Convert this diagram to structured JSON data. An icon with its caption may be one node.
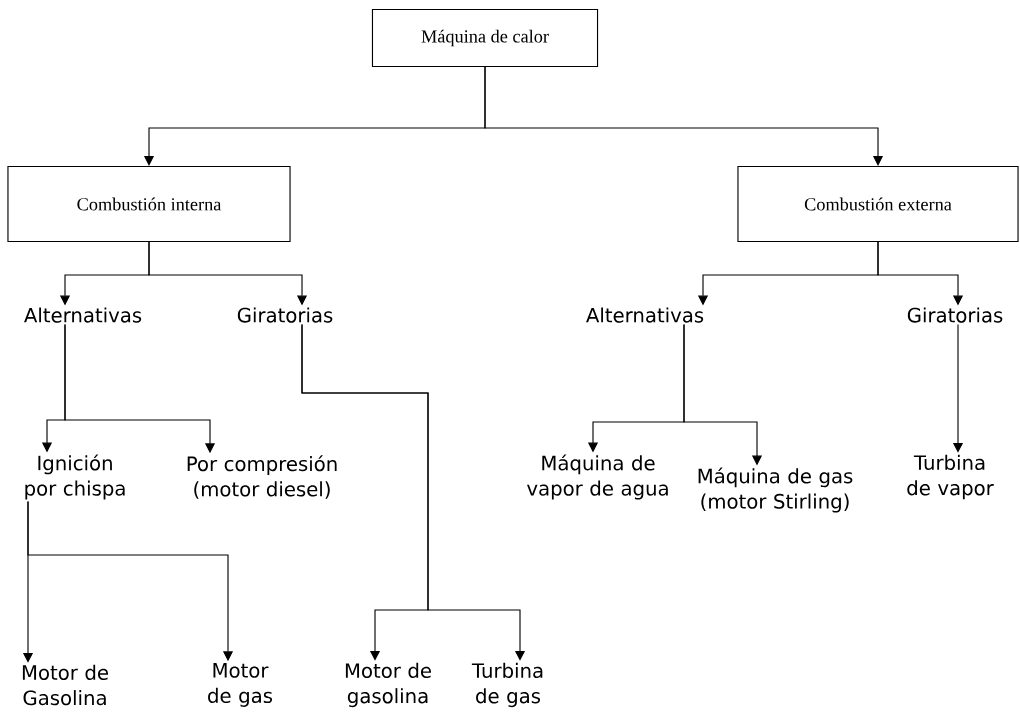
{
  "diagram": {
    "nodes": [
      {
        "text": [
          "Máquina de calor"
        ]
      },
      {
        "text": [
          "Combustión interna"
        ]
      },
      {
        "text": [
          "Combustión externa"
        ]
      },
      {
        "text": [
          "Alternativas"
        ]
      },
      {
        "text": [
          "Giratorias"
        ]
      },
      {
        "text": [
          "Alternativas"
        ]
      },
      {
        "text": [
          "Giratorias"
        ]
      },
      {
        "text": [
          "Ignición por chispa"
        ]
      },
      {
        "text": [
          "Por compresión (motor diesel)"
        ]
      },
      {
        "text": [
          "Máquina de vapor de agua"
        ]
      },
      {
        "text": [
          "Máquina de gas (motor Stirling)"
        ]
      },
      {
        "text": [
          "Turbina de vapor"
        ]
      },
      {
        "text": [
          "Motor de Gasolina"
        ]
      },
      {
        "text": [
          "Motor de gas"
        ]
      },
      {
        "text": [
          "Motor de gasolina"
        ]
      },
      {
        "text": [
          "Turbina de gas"
        ]
      }
    ],
    "edges": [
      {
        "from": 0,
        "to": 1,
        "arrow": "to"
      },
      {
        "from": 0,
        "to": 2,
        "arrow": "to"
      },
      {
        "from": 1,
        "to": 3,
        "arrow": "to"
      },
      {
        "from": 1,
        "to": 4,
        "arrow": "to"
      },
      {
        "from": 2,
        "to": 5,
        "arrow": "to"
      },
      {
        "from": 2,
        "to": 6,
        "arrow": "to"
      },
      {
        "from": 3,
        "to": 7,
        "arrow": "to"
      },
      {
        "from": 3,
        "to": 8,
        "arrow": "to"
      },
      {
        "from": 4,
        "to": 14,
        "arrow": "to"
      },
      {
        "from": 4,
        "to": 15,
        "arrow": "to"
      },
      {
        "from": 5,
        "to": 9,
        "arrow": "to"
      },
      {
        "from": 5,
        "to": 10,
        "arrow": "to"
      },
      {
        "from": 6,
        "to": 11,
        "arrow": "to"
      },
      {
        "from": 7,
        "to": 12,
        "arrow": "to"
      },
      {
        "from": 7,
        "to": 13,
        "arrow": "to"
      }
    ]
  }
}
